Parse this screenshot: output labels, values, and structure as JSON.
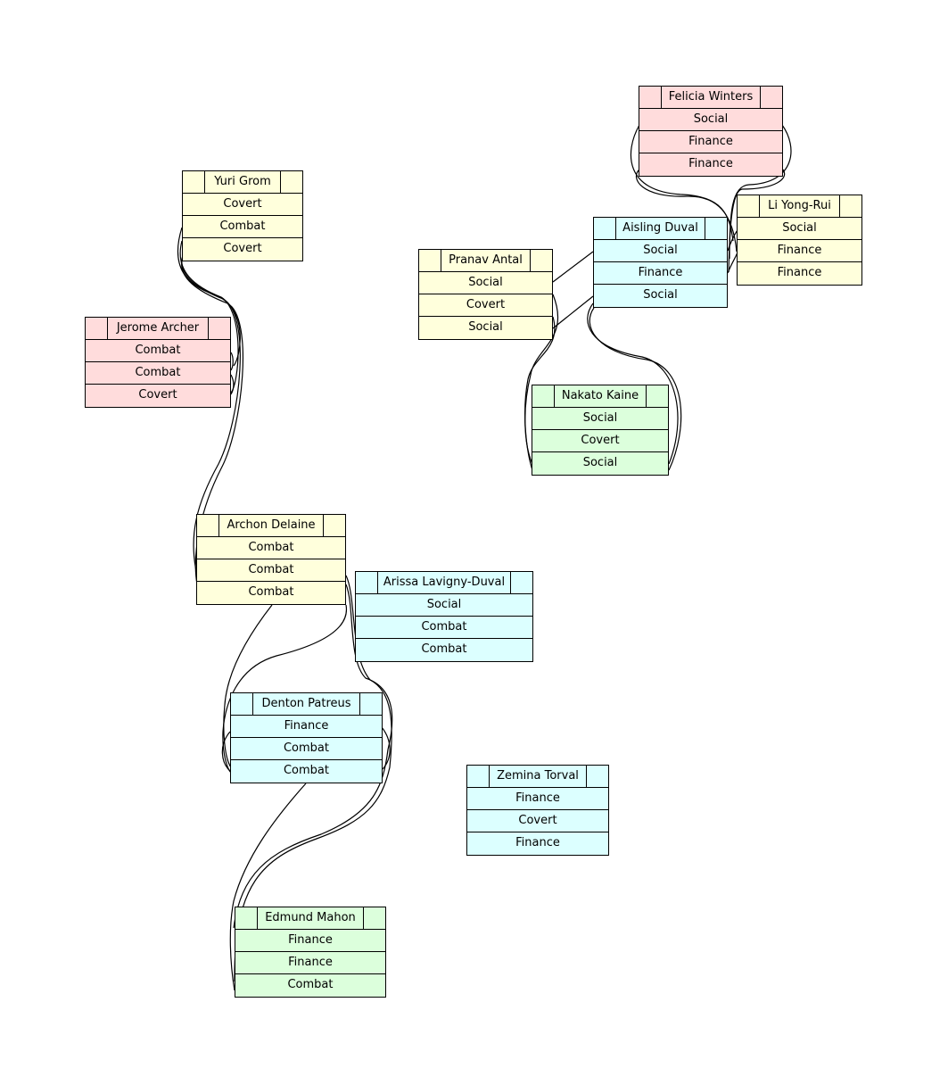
{
  "colors": {
    "pink": "#ffdcdc",
    "yellow": "#ffffdc",
    "cyan": "#dcffff",
    "green": "#dcffdc"
  },
  "nodes": [
    {
      "name": "Felicia Winters",
      "color": "pink",
      "rows": [
        "Social",
        "Finance",
        "Finance"
      ]
    },
    {
      "name": "Yuri Grom",
      "color": "yellow",
      "rows": [
        "Covert",
        "Combat",
        "Covert"
      ]
    },
    {
      "name": "Li Yong-Rui",
      "color": "yellow",
      "rows": [
        "Social",
        "Finance",
        "Finance"
      ]
    },
    {
      "name": "Aisling Duval",
      "color": "cyan",
      "rows": [
        "Social",
        "Finance",
        "Social"
      ]
    },
    {
      "name": "Pranav Antal",
      "color": "yellow",
      "rows": [
        "Social",
        "Covert",
        "Social"
      ]
    },
    {
      "name": "Jerome Archer",
      "color": "pink",
      "rows": [
        "Combat",
        "Combat",
        "Covert"
      ]
    },
    {
      "name": "Nakato Kaine",
      "color": "green",
      "rows": [
        "Social",
        "Covert",
        "Social"
      ]
    },
    {
      "name": "Archon Delaine",
      "color": "yellow",
      "rows": [
        "Combat",
        "Combat",
        "Combat"
      ]
    },
    {
      "name": "Arissa Lavigny-Duval",
      "color": "cyan",
      "rows": [
        "Social",
        "Combat",
        "Combat"
      ]
    },
    {
      "name": "Denton Patreus",
      "color": "cyan",
      "rows": [
        "Finance",
        "Combat",
        "Combat"
      ]
    },
    {
      "name": "Zemina Torval",
      "color": "cyan",
      "rows": [
        "Finance",
        "Covert",
        "Finance"
      ]
    },
    {
      "name": "Edmund Mahon",
      "color": "green",
      "rows": [
        "Finance",
        "Finance",
        "Combat"
      ]
    }
  ]
}
